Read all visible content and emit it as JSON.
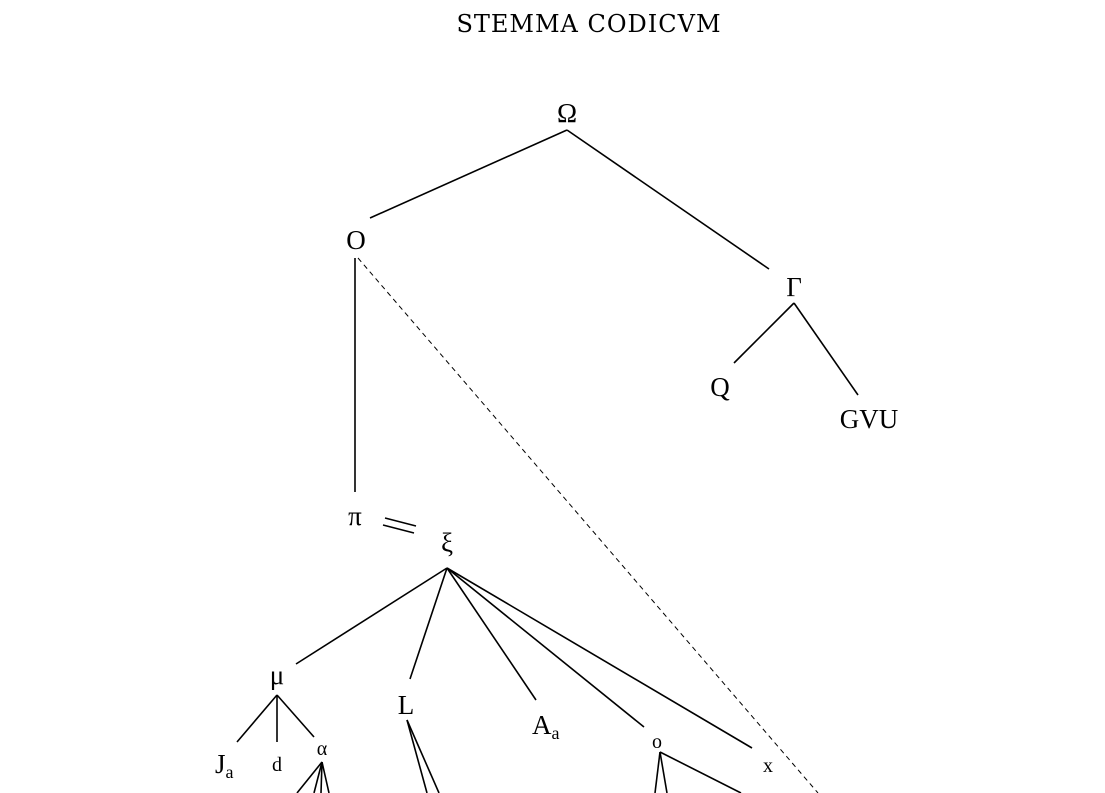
{
  "title": "STEMMA CODICVM",
  "nodes": {
    "omega": "Ω",
    "O": "O",
    "gamma": "Γ",
    "Q": "Q",
    "GVU": "GVU",
    "pi": "π",
    "equals": "=",
    "xi": "ξ",
    "mu": "μ",
    "L": "L",
    "Aa_base": "A",
    "Aa_sub": "a",
    "o": "o",
    "x": "x",
    "Ja_base": "J",
    "Ja_sub": "a",
    "d": "d",
    "alpha": "α"
  }
}
